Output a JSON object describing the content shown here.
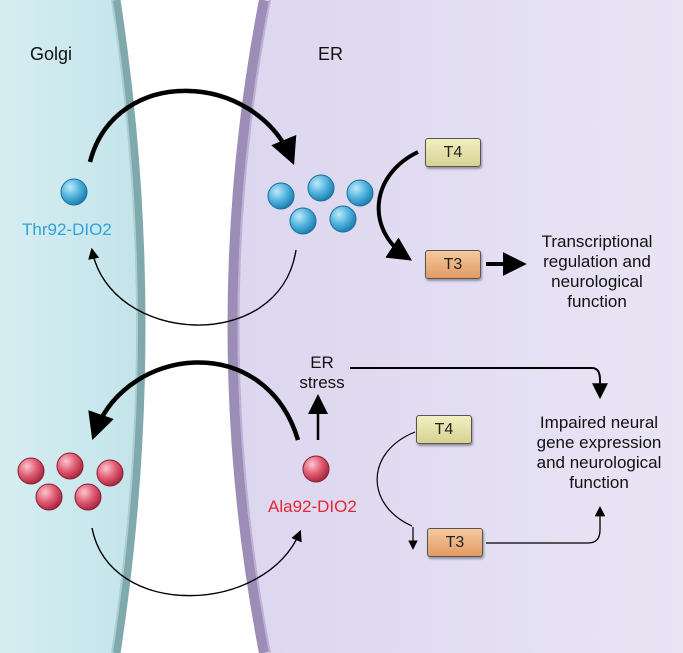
{
  "compartments": {
    "golgi_label": "Golgi",
    "er_label": "ER"
  },
  "top_pathway": {
    "enzyme_label": "Thr92-DIO2",
    "substrate_label": "T4",
    "product_label": "T3",
    "outcome_text": [
      "Transcriptional",
      "regulation and",
      "neurological",
      "function"
    ]
  },
  "bottom_pathway": {
    "enzyme_label": "Ala92-DIO2",
    "stress_text": [
      "ER",
      "stress"
    ],
    "substrate_label": "T4",
    "product_label": "T3",
    "outcome_text": [
      "Impaired neural",
      "gene expression",
      "and neurological",
      "function"
    ]
  },
  "colors": {
    "golgi_fill": "#cdeaef",
    "er_fill": "#e5e1f3",
    "golgi_membrane": "#7fa9ad",
    "er_membrane": "#9c8db6",
    "thr92_dot": "#4fb3de",
    "ala92_dot": "#e05a72",
    "thr92_text": "#2ea3d9",
    "ala92_text": "#e32636"
  }
}
